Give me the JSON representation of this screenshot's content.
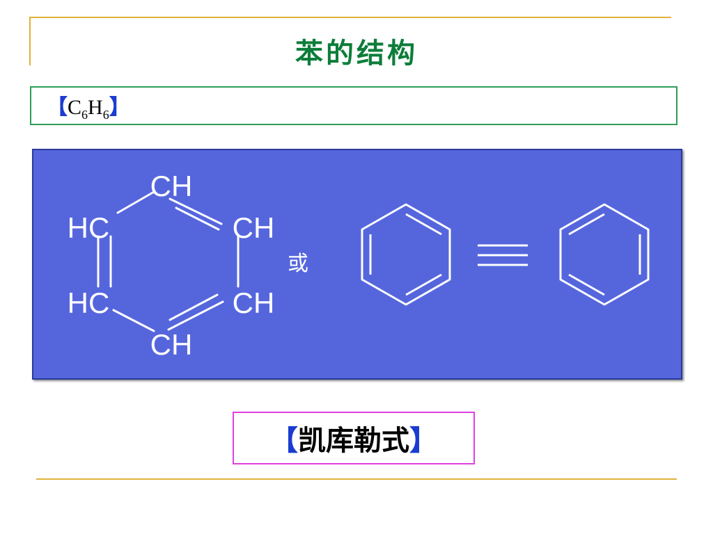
{
  "title": "苯的结构",
  "formula": {
    "open_bracket": "【",
    "c": "C",
    "c_sub": "6",
    "h": "H",
    "h_sub": "6",
    "close_bracket": "】"
  },
  "structure": {
    "ch_labels": [
      "CH",
      "CH",
      "CH",
      "CH"
    ],
    "hc_labels": [
      "HC",
      "HC"
    ],
    "or_label": "或",
    "line_color": "#ffffff",
    "panel_color": "#5566dd"
  },
  "caption": {
    "open_bracket": "【",
    "text": "凯库勒式",
    "close_bracket": "】"
  },
  "colors": {
    "title": "#0c7d3a",
    "rule": "#e0b03a",
    "formula_border": "#2e9d57",
    "caption_border": "#e040e0",
    "bracket": "#1a3cd0"
  }
}
